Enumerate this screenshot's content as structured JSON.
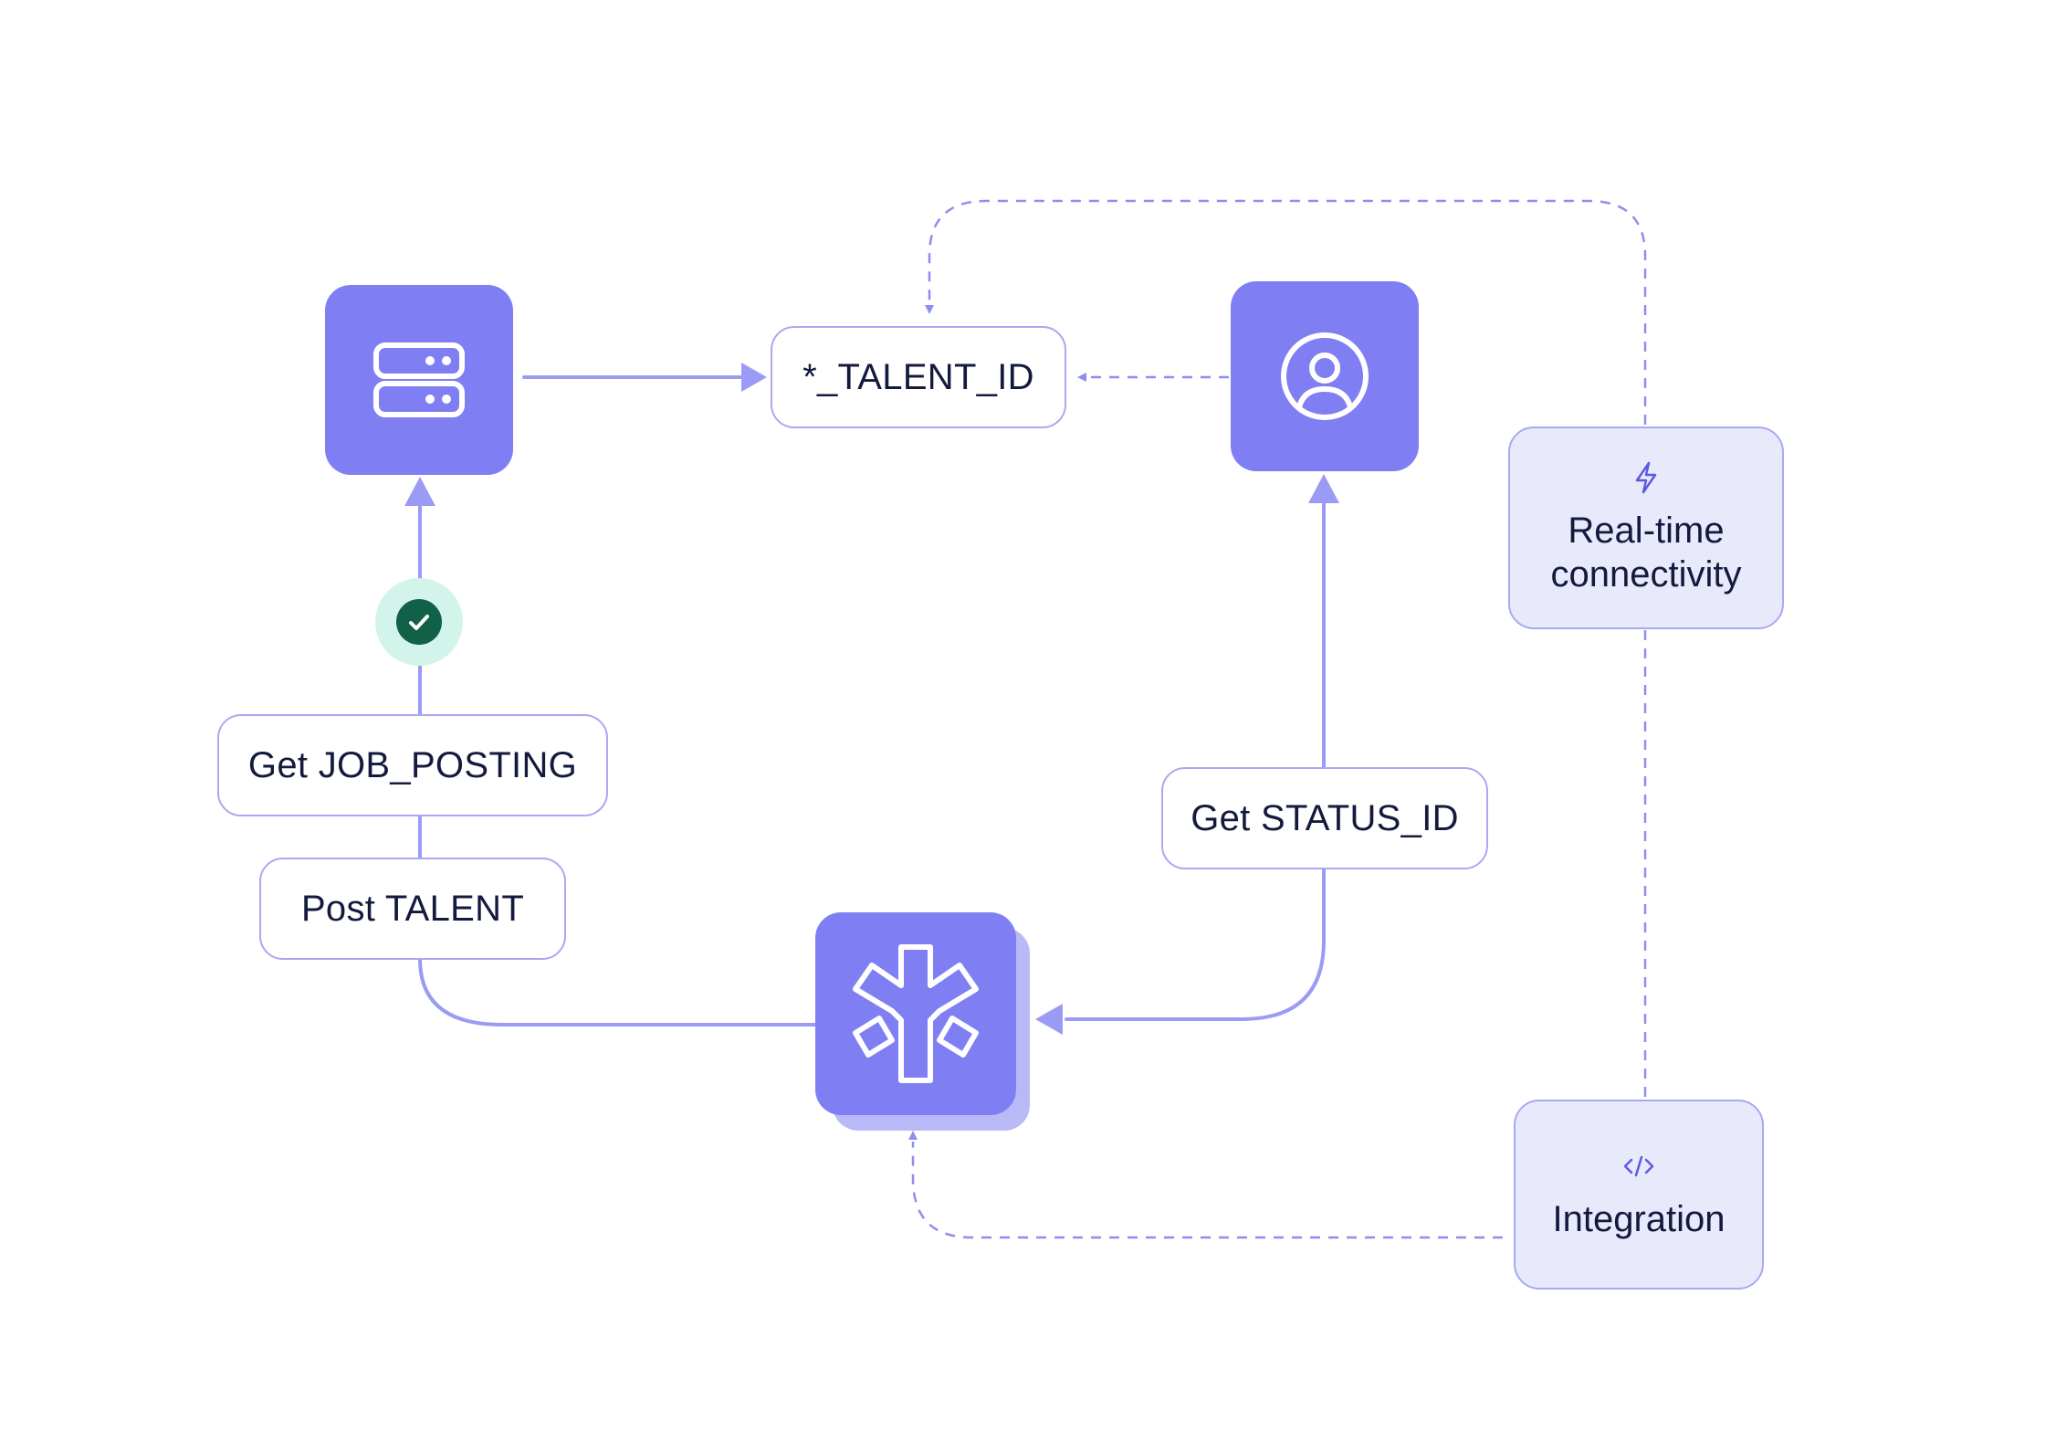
{
  "nodes": {
    "talent_id": "*_TALENT_ID",
    "get_job_posting": "Get JOB_POSTING",
    "post_talent": "Post TALENT",
    "get_status_id": "Get STATUS_ID"
  },
  "features": {
    "realtime": {
      "icon": "lightning-icon",
      "label": "Real-time connectivity"
    },
    "integration": {
      "icon": "code-icon",
      "label": "Integration"
    }
  },
  "icons": {
    "database": "server-icon",
    "user": "user-circle-icon",
    "hub": "asterisk-logo-icon",
    "check": "check-icon"
  },
  "colors": {
    "tile": "#7f7ff3",
    "line": "#9b9bf5",
    "dashed": "#8e8ef0",
    "border": "#a9a9f2",
    "feature_bg": "#e9e9fc",
    "text": "#141a3d",
    "check_bg": "#d3f4ea",
    "check_fg": "#116148"
  }
}
